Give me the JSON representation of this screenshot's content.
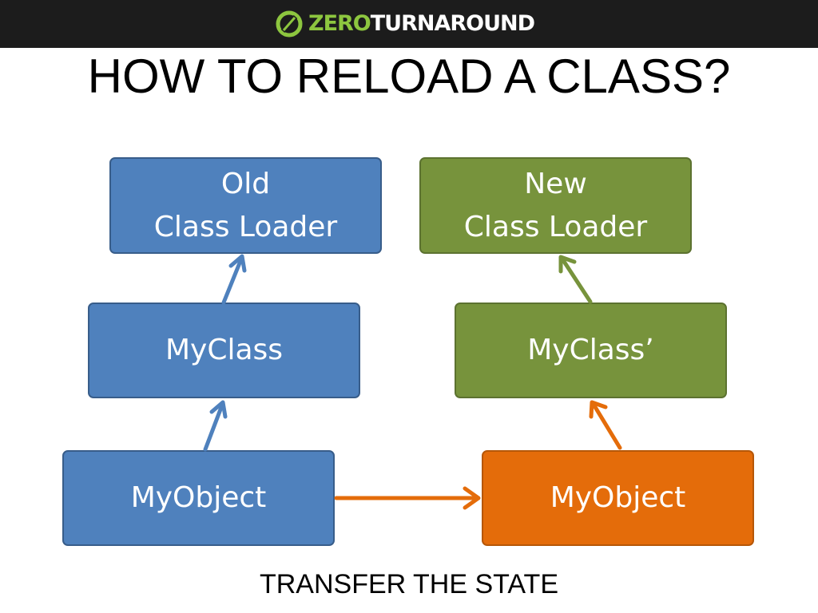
{
  "header": {
    "logo_part1": "ZERO",
    "logo_part2": "TURNAROUND",
    "logo_icon": "zeroturnaround-logo-icon"
  },
  "slide": {
    "title": "HOW TO RELOAD A CLASS?",
    "caption": "TRANSFER THE STATE"
  },
  "diagram": {
    "left": {
      "loader_line1": "Old",
      "loader_line2": "Class Loader",
      "class": "MyClass",
      "object": "MyObject"
    },
    "right": {
      "loader_line1": "New",
      "loader_line2": "Class Loader",
      "class": "MyClass’",
      "object": "MyObject"
    }
  },
  "colors": {
    "blue": "#4f81bd",
    "green": "#77933c",
    "orange": "#e46c0a",
    "header_bg": "#1c1c1c",
    "logo_green": "#8dc63f"
  }
}
